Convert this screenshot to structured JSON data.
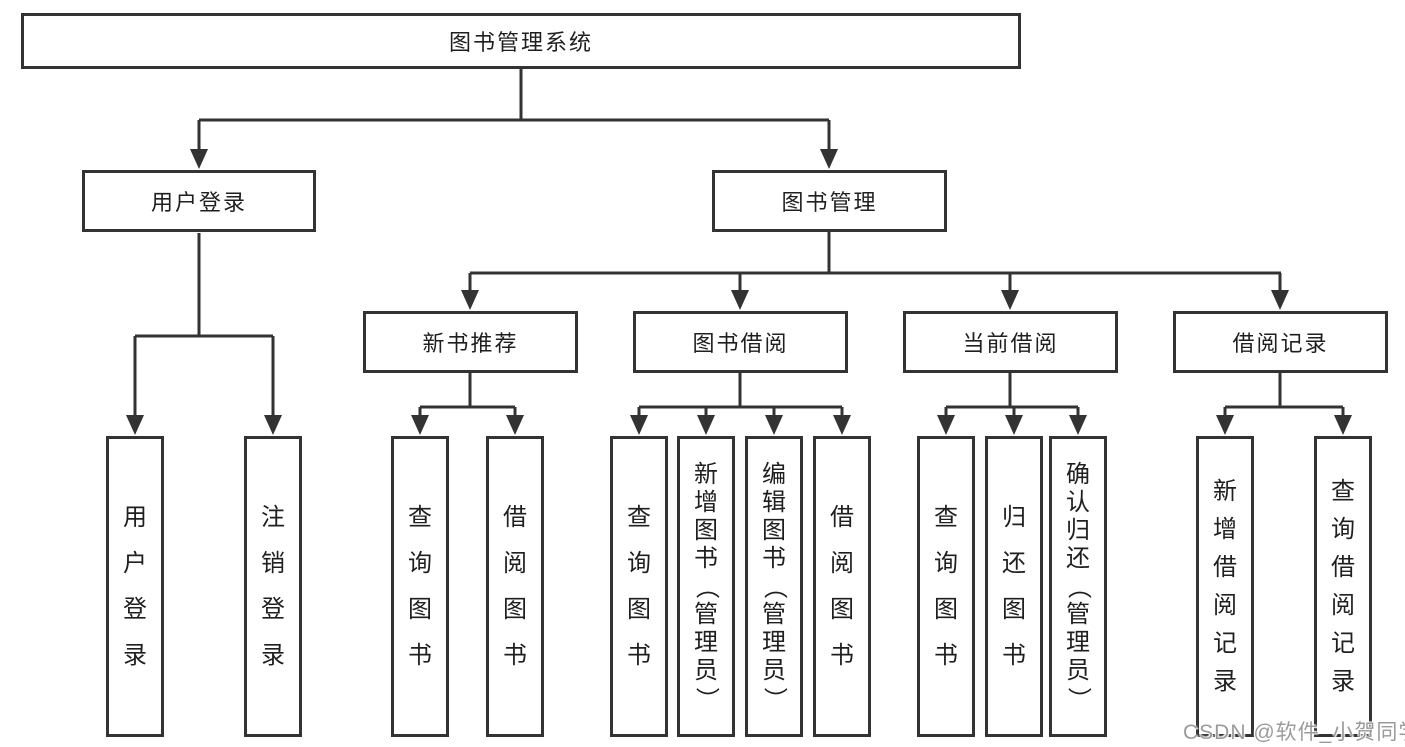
{
  "tree": {
    "root": "图书管理系统",
    "branches": [
      {
        "label": "用户登录",
        "children": [
          "用户登录",
          "注销登录"
        ]
      },
      {
        "label": "图书管理",
        "sections": [
          {
            "label": "新书推荐",
            "children": [
              "查询图书",
              "借阅图书"
            ]
          },
          {
            "label": "图书借阅",
            "children": [
              "查询图书",
              "新增图书（管理员）",
              "编辑图书（管理员）",
              "借阅图书"
            ]
          },
          {
            "label": "当前借阅",
            "children": [
              "查询图书",
              "归还图书",
              "确认归还（管理员）"
            ]
          },
          {
            "label": "借阅记录",
            "children": [
              "新增借阅记录",
              "查询借阅记录"
            ]
          }
        ]
      }
    ],
    "stroke_color": "#333333",
    "box_background": "#ffffff"
  },
  "watermark": {
    "text": "CSDN @软件_小贺同学",
    "color": "#9b9b9b"
  }
}
